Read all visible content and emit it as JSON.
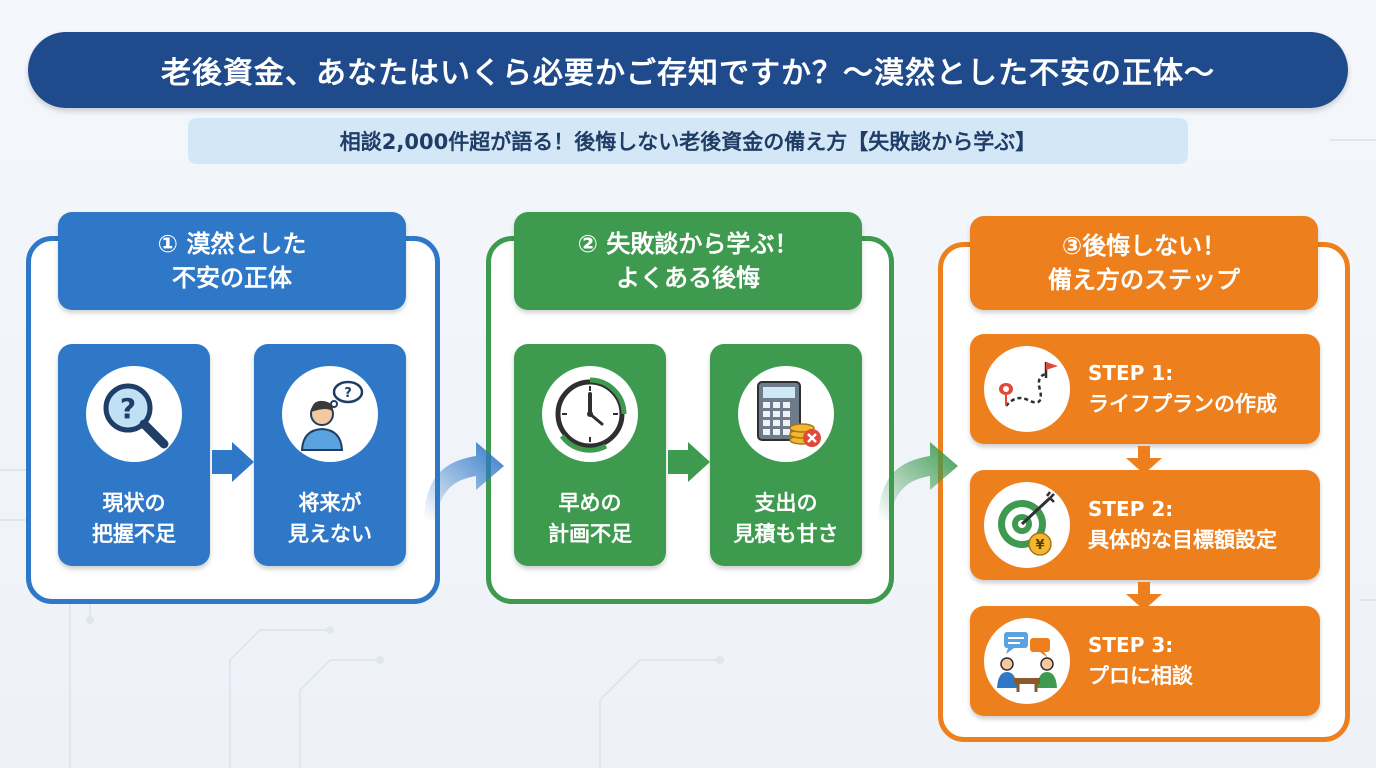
{
  "title": "老後資金、あなたはいくら必要かご存知ですか？〜漠然とした不安の正体〜",
  "subtitle": "相談2,000件超が語る！後悔しない老後資金の備え方【失敗談から学ぶ】",
  "sections": [
    {
      "heading_line1": "① 漠然とした",
      "heading_line2": "不安の正体",
      "color": "#2f78c8",
      "cards": [
        {
          "line1": "現状の",
          "line2": "把握不足",
          "icon": "magnifier-question-icon"
        },
        {
          "line1": "将来が",
          "line2": "見えない",
          "icon": "worried-person-icon"
        }
      ]
    },
    {
      "heading_line1": "② 失敗談から学ぶ！",
      "heading_line2": "よくある後悔",
      "color": "#3d9a4f",
      "cards": [
        {
          "line1": "早めの",
          "line2": "計画不足",
          "icon": "clock-icon"
        },
        {
          "line1": "支出の",
          "line2": "見積も甘さ",
          "icon": "calculator-coins-icon"
        }
      ]
    },
    {
      "heading_line1": "③後悔しない！",
      "heading_line2": "備え方のステップ",
      "color": "#ed7f1c",
      "steps": [
        {
          "label": "STEP 1:",
          "text": "ライフプランの作成",
          "icon": "route-flag-icon"
        },
        {
          "label": "STEP 2:",
          "text": "具体的な目標額設定",
          "icon": "target-yen-icon"
        },
        {
          "label": "STEP 3:",
          "text": "プロに相談",
          "icon": "consultation-icon"
        }
      ]
    }
  ]
}
